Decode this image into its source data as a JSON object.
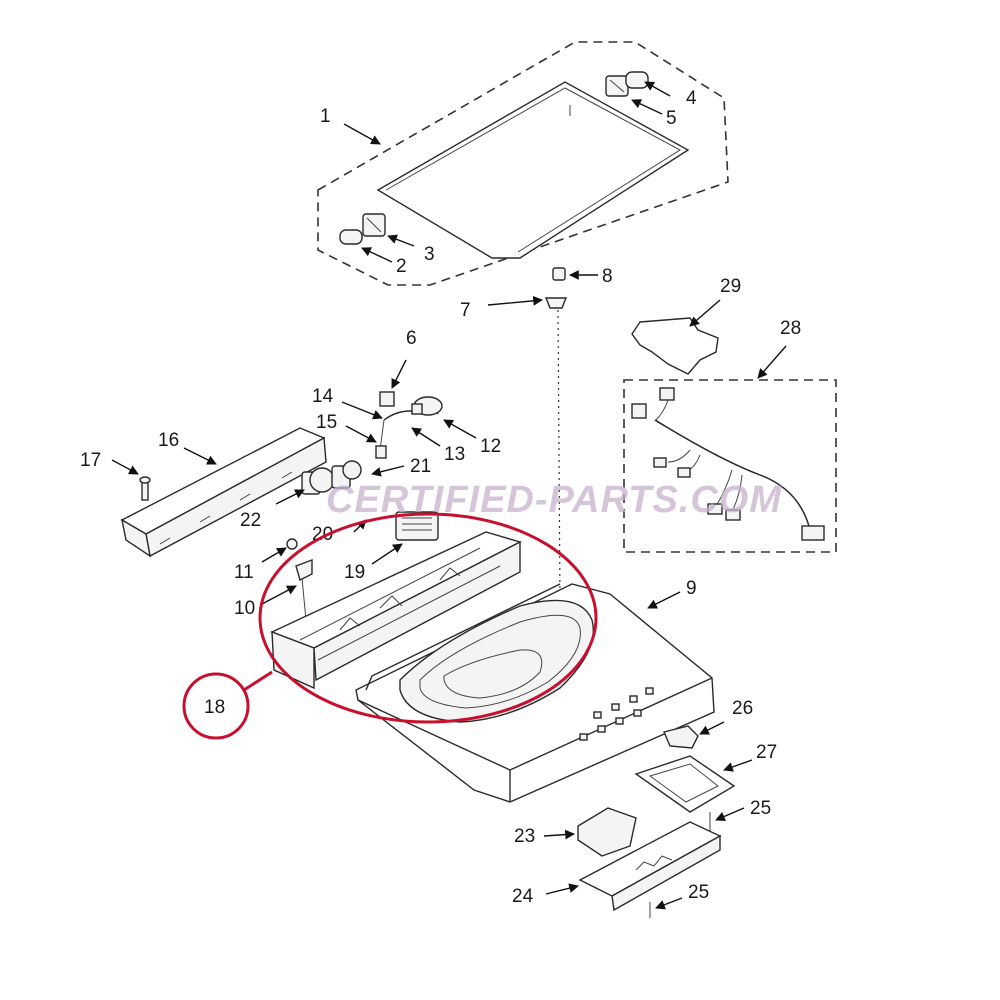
{
  "watermark": "CERTIFIED-PARTS.COM",
  "highlight": {
    "callout": "18",
    "color": "#c8102e"
  },
  "callouts": [
    "1",
    "2",
    "3",
    "4",
    "5",
    "6",
    "7",
    "8",
    "9",
    "10",
    "11",
    "12",
    "13",
    "14",
    "15",
    "16",
    "17",
    "19",
    "20",
    "21",
    "22",
    "23",
    "24",
    "25",
    "25",
    "26",
    "27",
    "28",
    "29"
  ]
}
